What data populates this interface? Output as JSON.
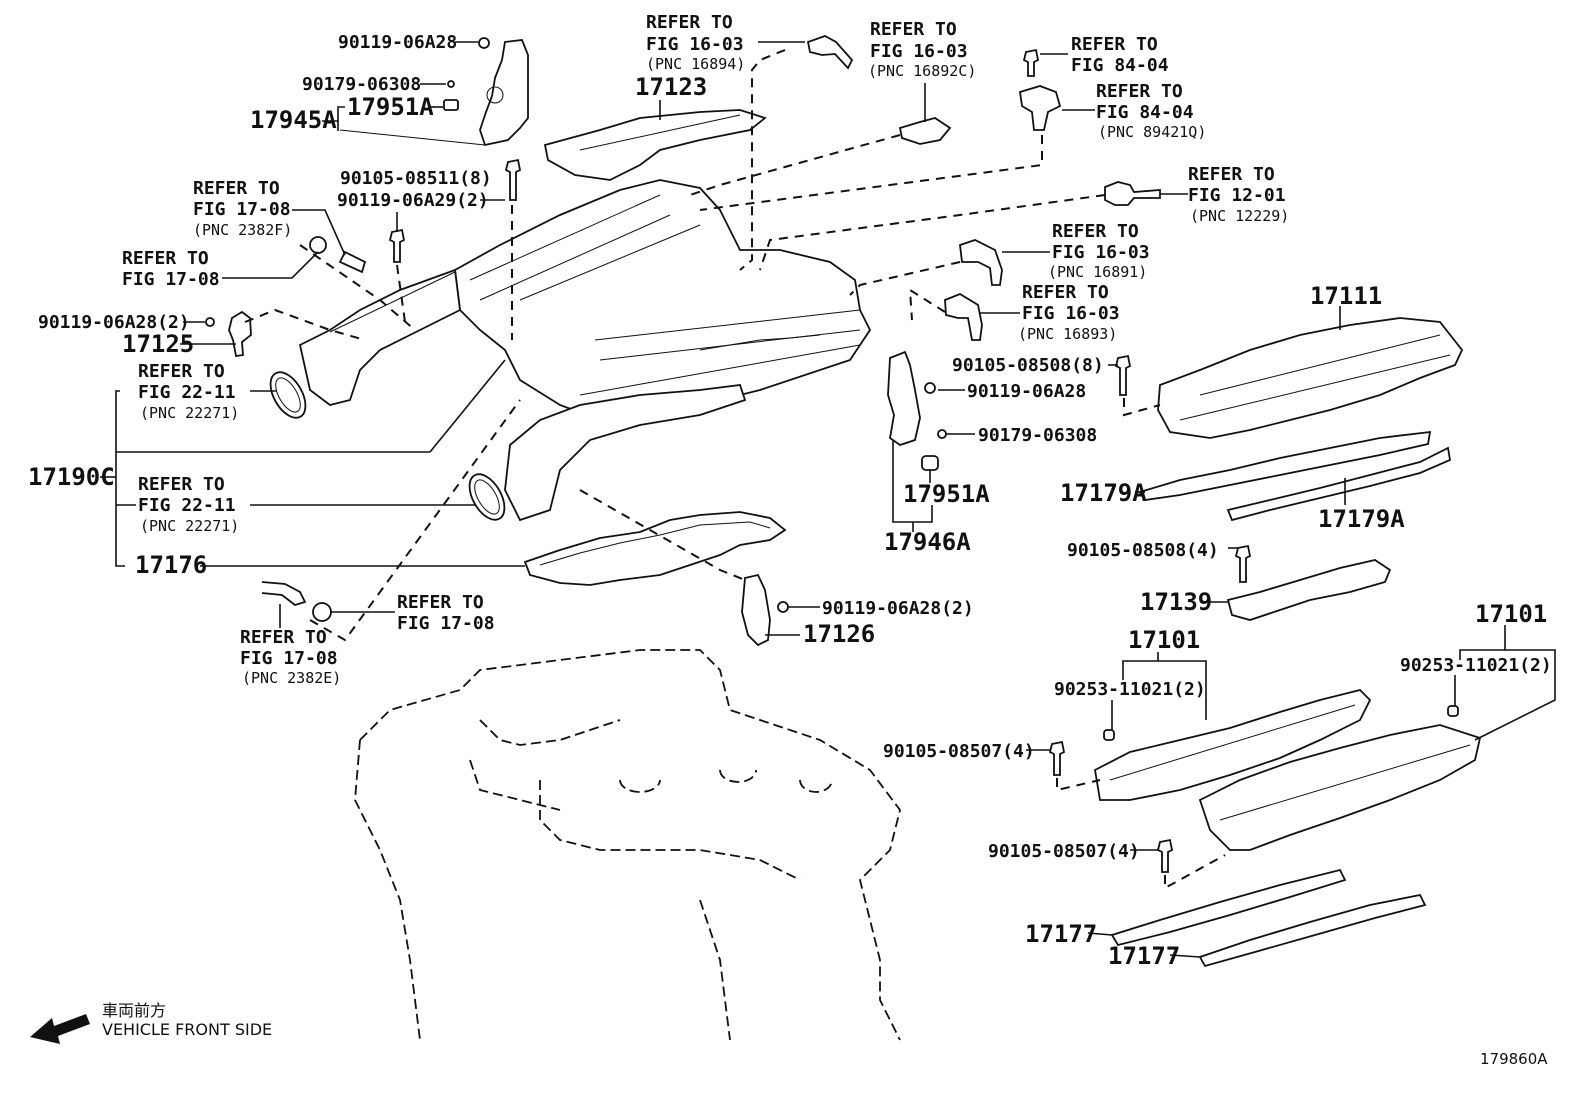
{
  "diagram": {
    "figure_id": "179860A",
    "direction": {
      "jp": "車両前方",
      "en": "VEHICLE FRONT SIDE",
      "icon": "arrow-left-down-icon"
    },
    "labels": {
      "p90119_06A28_top": "90119-06A28",
      "p90179_06308_top": "90179-06308",
      "p17951A_top": "17951A",
      "p17945A": "17945A",
      "p17123": "17123",
      "p90105_08511": "90105-08511(8)",
      "p90119_06A29": "90119-06A29(2)",
      "p90119_06A28_2_left": "90119-06A28(2)",
      "p17125": "17125",
      "p17190C": "17190C",
      "p17176": "17176",
      "p90105_08508_8": "90105-08508(8)",
      "p90119_06A28_mid": "90119-06A28",
      "p90179_06308_mid": "90179-06308",
      "p17951A_mid": "17951A",
      "p17946A": "17946A",
      "p90119_06A28_2_low": "90119-06A28(2)",
      "p17126": "17126",
      "p17111": "17111",
      "p17179A_a": "17179A",
      "p17179A_b": "17179A",
      "p90105_08508_4": "90105-08508(4)",
      "p17139": "17139",
      "p17101_a": "17101",
      "p17101_b": "17101",
      "p90253_a": "90253-11021(2)",
      "p90253_b": "90253-11021(2)",
      "p90105_08507_a": "90105-08507(4)",
      "p90105_08507_b": "90105-08507(4)",
      "p17177_a": "17177",
      "p17177_b": "17177"
    },
    "refs": [
      {
        "id": "r16894",
        "line1": "REFER TO",
        "line2": "FIG 16-03",
        "pnc": "(PNC 16894)"
      },
      {
        "id": "r16892C",
        "line1": "REFER TO",
        "line2": "FIG 16-03",
        "pnc": "(PNC 16892C)"
      },
      {
        "id": "r84a",
        "line1": "REFER TO",
        "line2": "FIG 84-04",
        "pnc": ""
      },
      {
        "id": "r89421Q",
        "line1": "REFER TO",
        "line2": "FIG 84-04",
        "pnc": "(PNC 89421Q)"
      },
      {
        "id": "r12229",
        "line1": "REFER TO",
        "line2": "FIG 12-01",
        "pnc": "(PNC 12229)"
      },
      {
        "id": "r2382F",
        "line1": "REFER TO",
        "line2": "FIG 17-08",
        "pnc": "(PNC 2382F)"
      },
      {
        "id": "r1708a",
        "line1": "REFER TO",
        "line2": "FIG 17-08",
        "pnc": ""
      },
      {
        "id": "r16891",
        "line1": "REFER TO",
        "line2": "FIG 16-03",
        "pnc": "(PNC 16891)"
      },
      {
        "id": "r16893",
        "line1": "REFER TO",
        "line2": "FIG 16-03",
        "pnc": "(PNC 16893)"
      },
      {
        "id": "r22271a",
        "line1": "REFER TO",
        "line2": "FIG 22-11",
        "pnc": "(PNC 22271)"
      },
      {
        "id": "r22271b",
        "line1": "REFER TO",
        "line2": "FIG 22-11",
        "pnc": "(PNC 22271)"
      },
      {
        "id": "r1708b",
        "line1": "REFER TO",
        "line2": "FIG 17-08",
        "pnc": ""
      },
      {
        "id": "r2382E",
        "line1": "REFER TO",
        "line2": "FIG 17-08",
        "pnc": "(PNC 2382E)"
      }
    ]
  }
}
